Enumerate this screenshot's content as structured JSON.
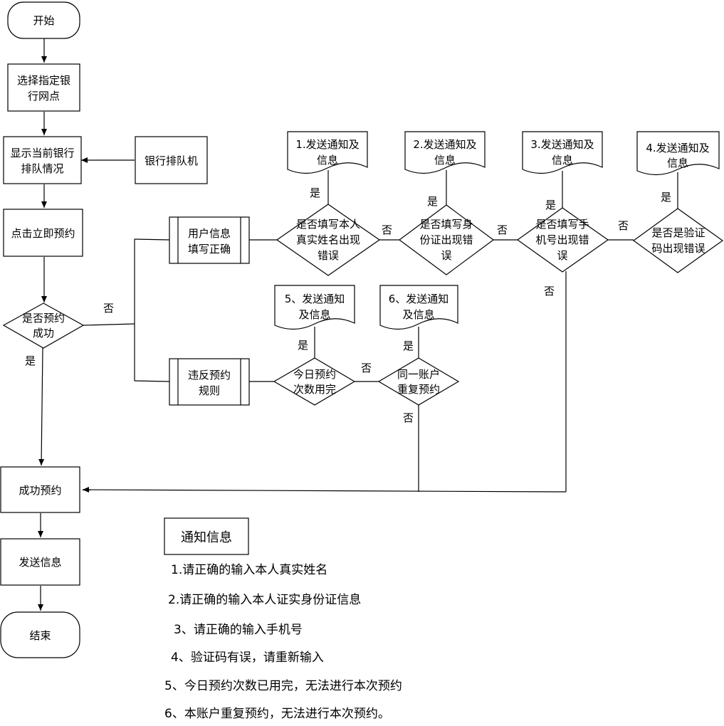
{
  "nodes": {
    "start": "开始",
    "select_branch": [
      "选择指定银",
      "行网点"
    ],
    "show_queue": [
      "显示当前银行",
      "排队情况"
    ],
    "queue_machine": "银行排队机",
    "click_reserve": "点击立即预约",
    "reserve_ok": [
      "是否预约",
      "成功"
    ],
    "user_info": [
      "用户信息",
      "填写正确"
    ],
    "violate_rule": [
      "违反预约",
      "规则"
    ],
    "check_name": [
      "是否填写本人",
      "真实姓名出现",
      "错误"
    ],
    "check_id": [
      "是否填写身",
      "份证出现错",
      "误"
    ],
    "check_phone": [
      "是否填写手",
      "机号出现错",
      "误"
    ],
    "check_code": [
      "是否是验证",
      "码出现错误"
    ],
    "check_count": [
      "今日预约",
      "次数用完"
    ],
    "check_dup": [
      "同一账户",
      "重复预约"
    ],
    "notify1": [
      "1.发送通知及",
      "信息"
    ],
    "notify2": [
      "2.发送通知及",
      "信息"
    ],
    "notify3": [
      "3.发送通知及",
      "信息"
    ],
    "notify4": [
      "4.发送通知及",
      "信息"
    ],
    "notify5": [
      "5、发送通知",
      "及信息"
    ],
    "notify6": [
      "6、发送通知",
      "及信息"
    ],
    "success": "成功预约",
    "send_info": "发送信息",
    "end": "结束"
  },
  "edge_labels": {
    "yes": "是",
    "no": "否"
  },
  "notes": {
    "title": "通知信息",
    "items": [
      "1.请正确的输入本人真实姓名",
      "2.请正确的输入本人证实身份证信息",
      "3、请正确的输入手机号",
      "4、验证码有误，请重新输入",
      "5、今日预约次数已用完，无法进行本次预约",
      "6、本账户重复预约，无法进行本次预约。"
    ]
  }
}
